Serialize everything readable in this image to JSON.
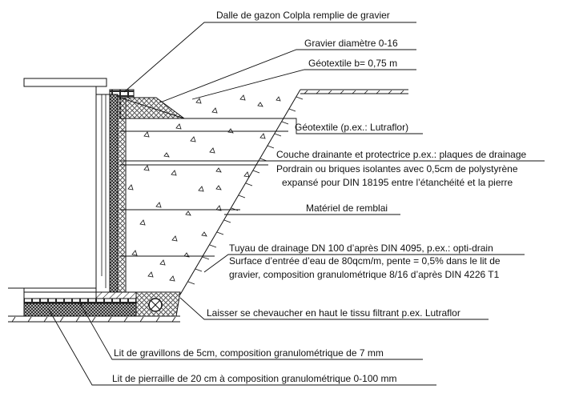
{
  "diagram": {
    "labels": {
      "dalle_gazon": "Dalle de gazon Colpla remplie de gravier",
      "gravier": "Gravier diamètre 0-16",
      "geotextile_b": "Géotextile b= 0,75 m",
      "geotextile_lutraflor": "Géotextile (p.ex.: Lutraflor)",
      "couche_drainante_1": "Couche drainante et protectrice p.ex.: plaques de drainage",
      "couche_drainante_2": "Pordrain ou briques isolantes avec 0,5cm de polystyrène",
      "couche_drainante_3": "expansé pour DIN 18195 entre l’étanchéité et la pierre",
      "materiel_remblai": "Matériel de remblai",
      "tuyau_1": "Tuyau de drainage DN 100 d’après DIN 4095, p.ex.: opti-drain",
      "tuyau_2": "Surface d’entrée d’eau de 80qcm/m, pente = 0,5% dans le lit de",
      "tuyau_3": "gravier, composition granulométrique 8/16 d’après DIN 4226 T1",
      "chevaucher": "Laisser se chevaucher en haut le tissu filtrant p.ex. Lutraflor",
      "lit_gravillons": "Lit de gravillons de 5cm, composition granulométrique de 7 mm",
      "lit_pierraille": "Lit de pierraille de 20 cm à composition granulométrique 0-100 mm"
    },
    "colors": {
      "line": "#111111",
      "background": "#ffffff"
    }
  }
}
